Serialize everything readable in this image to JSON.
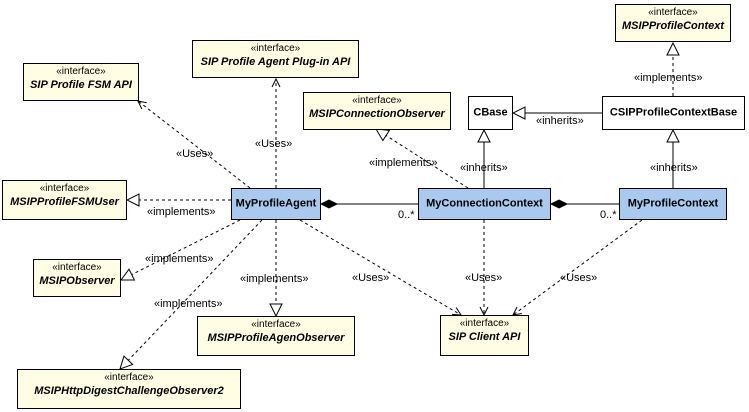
{
  "interfaces": {
    "msip_profile_context": {
      "stereotype": "«interface»",
      "name": "MSIPProfileContext"
    },
    "sip_profile_agent_plugin_api": {
      "stereotype": "«interface»",
      "name": "SIP Profile Agent Plug-in API"
    },
    "sip_profile_fsm_api": {
      "stereotype": "«interface»",
      "name": "SIP Profile FSM API"
    },
    "msip_connection_observer": {
      "stereotype": "«interface»",
      "name": "MSIPConnectionObserver"
    },
    "msip_profile_fsm_user": {
      "stereotype": "«interface»",
      "name": "MSIPProfileFSMUser"
    },
    "msip_observer": {
      "stereotype": "«interface»",
      "name": "MSIPObserver"
    },
    "msip_profile_agen_observer": {
      "stereotype": "«interface»",
      "name": "MSIPProfileAgenObserver"
    },
    "sip_client_api": {
      "stereotype": "«interface»",
      "name": "SIP Client API"
    },
    "msip_http_digest_challenge_observer2": {
      "stereotype": "«interface»",
      "name": "MSIPHttpDigestChallengeObserver2"
    }
  },
  "classes": {
    "my_profile_agent": "MyProfileAgent",
    "my_connection_context": "MyConnectionContext",
    "my_profile_context": "MyProfileContext",
    "cbase": "CBase",
    "csip_profile_context_base": "CSIPProfileContextBase"
  },
  "labels": {
    "uses": "«Uses»",
    "implements": "«implements»",
    "inherits": "«inherits»",
    "multiplicity": "0..*"
  }
}
